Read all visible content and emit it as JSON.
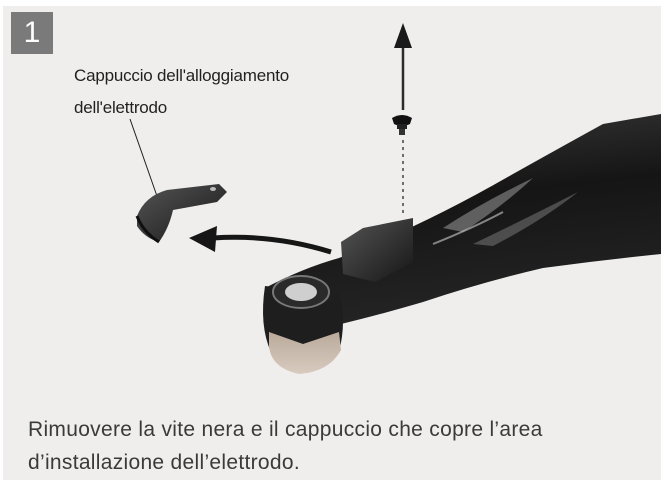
{
  "step": {
    "number": "1"
  },
  "callout": {
    "line1": "Cappuccio dell'alloggiamento",
    "line2": "dell'elettrodo"
  },
  "caption": {
    "line1": "Rimuovere la vite nera e il cappuccio che copre l’area",
    "line2": "d’installazione dell’elettrodo."
  },
  "icons": [
    "up-arrow-icon",
    "screw-icon",
    "curved-arrow-icon"
  ],
  "colors": {
    "panel": "#efeeed",
    "badge": "#7a7a7a",
    "handpiece": "#1c1c1c",
    "tip": "#c4b7aa"
  }
}
